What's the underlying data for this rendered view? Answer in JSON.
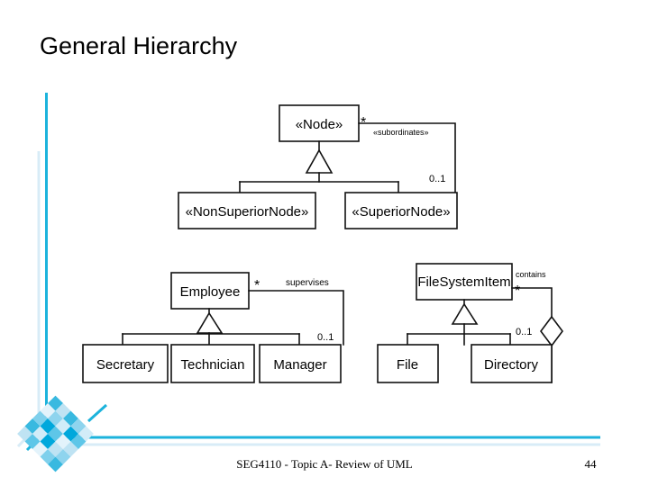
{
  "slide": {
    "title": "General Hierarchy",
    "footer_text": "SEG4110 - Topic A-  Review of UML",
    "page_number": "44"
  },
  "colors": {
    "accent_cyan": "#1cb3dc",
    "accent_light": "#cfe9f5",
    "accent_mid": "#5ec6e8",
    "accent_pale": "#bcdff0",
    "line": "#000000",
    "background": "#ffffff"
  },
  "diagram": {
    "type": "uml-class-diagram",
    "description": "Three UML generalization/self-association examples",
    "examples": [
      {
        "name": "abstract-node-hierarchy",
        "superclass": "«Node»",
        "subclasses": [
          "«NonSuperiorNode»",
          "«SuperiorNode»"
        ],
        "association": {
          "label": "«subordinates»",
          "source_multiplicity": "*",
          "target_multiplicity": "0..1",
          "kind": "plain"
        }
      },
      {
        "name": "employee-hierarchy",
        "superclass": "Employee",
        "subclasses": [
          "Secretary",
          "Technician",
          "Manager"
        ],
        "association": {
          "label": "supervises",
          "source_multiplicity": "*",
          "target_multiplicity": "0..1",
          "kind": "plain"
        }
      },
      {
        "name": "filesystem-hierarchy",
        "superclass": "FileSystemItem",
        "subclasses": [
          "File",
          "Directory"
        ],
        "association": {
          "label": "contains",
          "source_multiplicity": "*",
          "target_multiplicity": "0..1",
          "kind": "aggregation"
        }
      }
    ],
    "labels": {
      "node": "«Node»",
      "non_superior_node": "«NonSuperiorNode»",
      "superior_node": "«SuperiorNode»",
      "subordinates": "«subordinates»",
      "node_star": "*",
      "node_zero_one": "0..1",
      "employee": "Employee",
      "secretary": "Secretary",
      "technician": "Technician",
      "manager": "Manager",
      "supervises": "supervises",
      "employee_star": "*",
      "employee_zero_one": "0..1",
      "filesystemitem": "FileSystemItem",
      "file": "File",
      "directory": "Directory",
      "contains": "contains",
      "fs_star": "*",
      "fs_zero_one": "0..1"
    }
  }
}
